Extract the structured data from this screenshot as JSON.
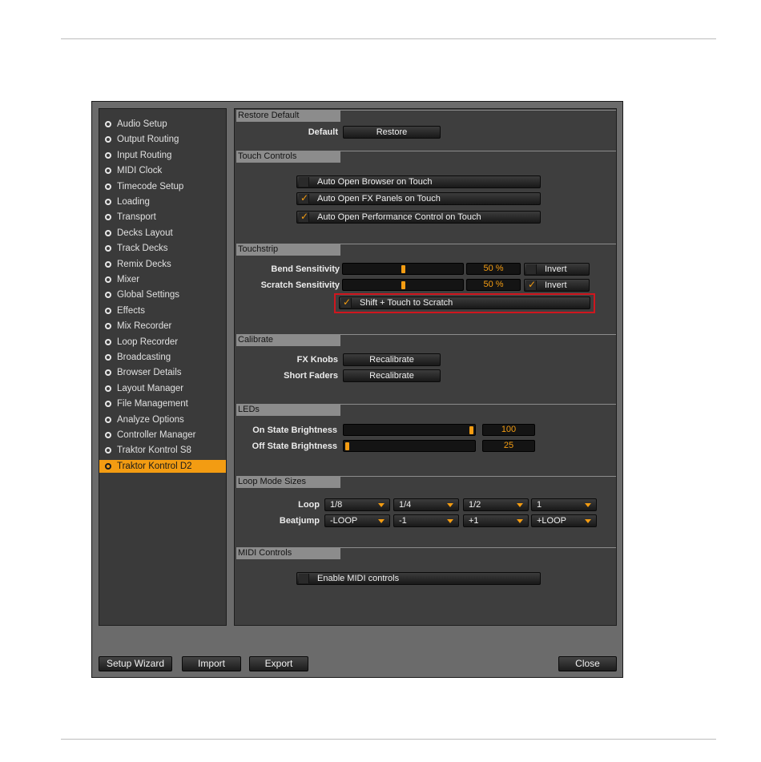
{
  "sidebar": {
    "items": [
      {
        "label": "Audio Setup",
        "selected": false
      },
      {
        "label": "Output Routing",
        "selected": false
      },
      {
        "label": "Input Routing",
        "selected": false
      },
      {
        "label": "MIDI Clock",
        "selected": false
      },
      {
        "label": "Timecode Setup",
        "selected": false
      },
      {
        "label": "Loading",
        "selected": false
      },
      {
        "label": "Transport",
        "selected": false
      },
      {
        "label": "Decks Layout",
        "selected": false
      },
      {
        "label": "Track Decks",
        "selected": false
      },
      {
        "label": "Remix Decks",
        "selected": false
      },
      {
        "label": "Mixer",
        "selected": false
      },
      {
        "label": "Global Settings",
        "selected": false
      },
      {
        "label": "Effects",
        "selected": false
      },
      {
        "label": "Mix Recorder",
        "selected": false
      },
      {
        "label": "Loop Recorder",
        "selected": false
      },
      {
        "label": "Broadcasting",
        "selected": false
      },
      {
        "label": "Browser Details",
        "selected": false
      },
      {
        "label": "Layout Manager",
        "selected": false
      },
      {
        "label": "File Management",
        "selected": false
      },
      {
        "label": "Analyze Options",
        "selected": false
      },
      {
        "label": "Controller Manager",
        "selected": false
      },
      {
        "label": "Traktor Kontrol S8",
        "selected": false
      },
      {
        "label": "Traktor Kontrol D2",
        "selected": true
      }
    ]
  },
  "restore_default": {
    "title": "Restore Default",
    "default_label": "Default",
    "restore_button": "Restore"
  },
  "touch_controls": {
    "title": "Touch Controls",
    "options": [
      {
        "label": "Auto Open Browser on Touch",
        "checked": false
      },
      {
        "label": "Auto Open FX Panels on Touch",
        "checked": true
      },
      {
        "label": "Auto Open Performance Control on Touch",
        "checked": true
      }
    ]
  },
  "touchstrip": {
    "title": "Touchstrip",
    "bend_label": "Bend Sensitivity",
    "bend_value": "50 %",
    "bend_level": 0.5,
    "bend_invert_label": "Invert",
    "bend_invert_checked": false,
    "scratch_label": "Scratch Sensitivity",
    "scratch_value": "50 %",
    "scratch_level": 0.5,
    "scratch_invert_label": "Invert",
    "scratch_invert_checked": true,
    "shift_touch_label": "Shift + Touch to Scratch",
    "shift_touch_checked": true
  },
  "calibrate": {
    "title": "Calibrate",
    "fx_knobs_label": "FX Knobs",
    "fx_knobs_button": "Recalibrate",
    "short_faders_label": "Short Faders",
    "short_faders_button": "Recalibrate"
  },
  "leds": {
    "title": "LEDs",
    "on_label": "On State Brightness",
    "on_value": "100",
    "on_level": 1.0,
    "off_label": "Off State Brightness",
    "off_value": "25",
    "off_level": 0.0
  },
  "loop_mode": {
    "title": "Loop Mode Sizes",
    "loop_label": "Loop",
    "loop_values": [
      "1/8",
      "1/4",
      "1/2",
      "1"
    ],
    "beatjump_label": "Beatjump",
    "beatjump_values": [
      "-LOOP",
      "-1",
      "+1",
      "+LOOP"
    ]
  },
  "midi_controls": {
    "title": "MIDI Controls",
    "enable_label": "Enable MIDI controls",
    "enable_checked": false
  },
  "footer": {
    "setup_wizard": "Setup Wizard",
    "import": "Import",
    "export": "Export",
    "close": "Close"
  },
  "colors": {
    "accent": "#f39c12",
    "highlight": "#d0161e"
  }
}
